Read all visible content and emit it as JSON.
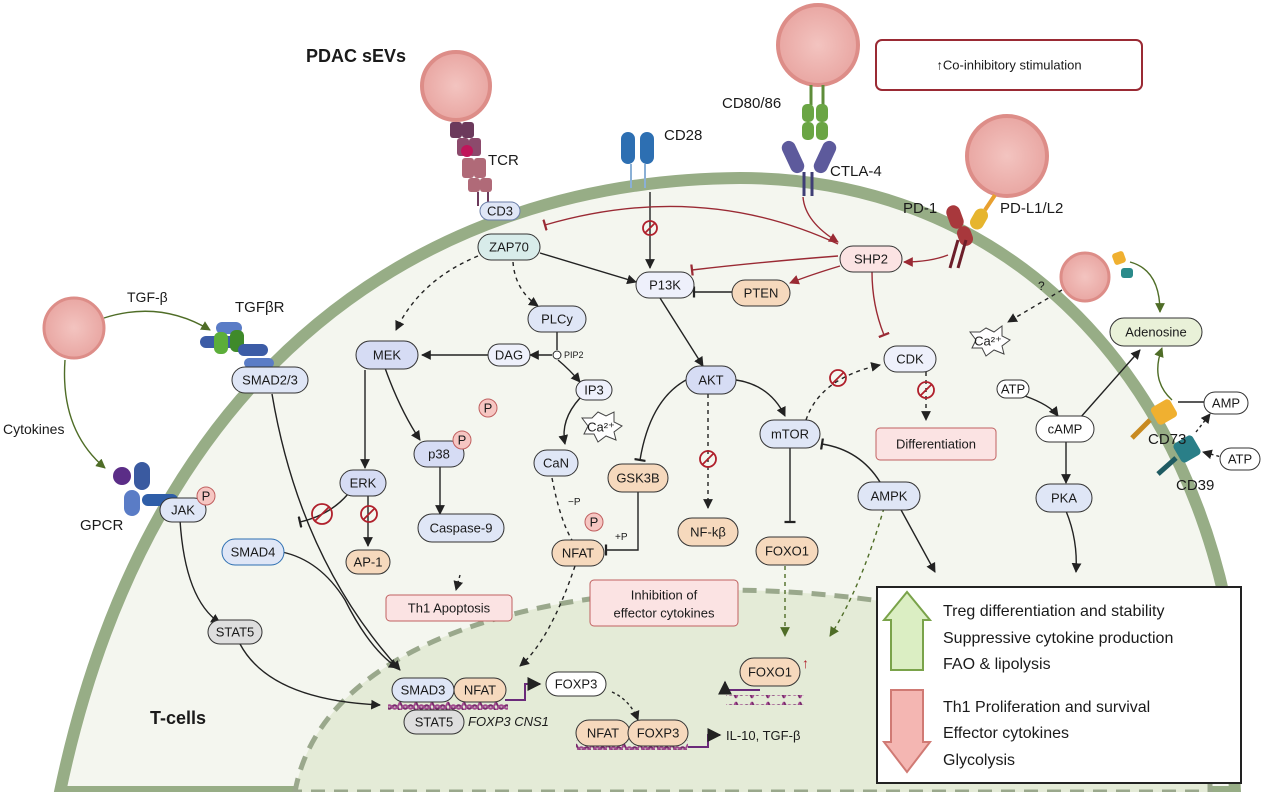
{
  "title": "PDAC sEVs",
  "cell_label": "T-cells",
  "banner": "↑Co-inhibitory stimulation",
  "receptors": {
    "tcr": "TCR",
    "cd3": "CD3",
    "cd28": "CD28",
    "cd80": "CD80/86",
    "ctla4": "CTLA-4",
    "pd1": "PD-1",
    "pdl1": "PD-L1/L2",
    "tgfb": "TGF-β",
    "tgfbr": "TGFβR",
    "cytokines": "Cytokines",
    "gpcr": "GPCR",
    "cd73": "CD73",
    "cd39": "CD39",
    "question": "?"
  },
  "nodes": {
    "zap70": "ZAP70",
    "p13k": "P13K",
    "pten": "PTEN",
    "shp2": "SHP2",
    "plcy": "PLCy",
    "pip2": "PIP2",
    "dag": "DAG",
    "ip3": "IP3",
    "mek": "MEK",
    "smad23": "SMAD2/3",
    "smad4": "SMAD4",
    "jak": "JAK",
    "stat5": "STAT5",
    "erk": "ERK",
    "p38": "p38",
    "caspase9": "Caspase-9",
    "ap1": "AP-1",
    "th1_apoptosis": "Th1 Apoptosis",
    "can": "CaN",
    "gsk3b": "GSK3B",
    "nfat": "NFAT",
    "akt": "AKT",
    "nfkb": "NF-kβ",
    "mtor": "mTOR",
    "cdk": "CDK",
    "differentiation": "Differentiation",
    "foxo1": "FOXO1",
    "ampk": "AMPK",
    "camp": "cAMP",
    "pka": "PKA",
    "atp": "ATP",
    "amp": "AMP",
    "adenosine": "Adenosine",
    "inhibition_effector": [
      "Inhibition of",
      "effector cytokines"
    ],
    "ca": "Ca²⁺",
    "p": "P",
    "minus_p": "−P",
    "plus_p": "+P"
  },
  "nucleus": {
    "smad3": "SMAD3",
    "nfat": "NFAT",
    "stat5": "STAT5",
    "foxp3_cns1": "FOXP3 CNS1",
    "foxp3": "FOXP3",
    "nfat2": "NFAT",
    "foxp3_2": "FOXP3",
    "il10": "IL-10, TGF-β",
    "foxo1": "FOXO1",
    "up": "↑"
  },
  "legend": {
    "up_items": [
      "Treg differentiation and stability",
      "Suppressive cytokine production",
      "FAO & lipolysis"
    ],
    "down_items": [
      "Th1 Proliferation and survival",
      "Effector cytokines",
      "Glycolysis"
    ]
  },
  "colors": {
    "membrane": "#97ad86",
    "cytoplasm": "#f4f6ef",
    "nucleus": "#e4ebd7",
    "vesicle": "#f0b8b4",
    "inhibit": "#9a2a34",
    "activate_green": "#5c7a2e",
    "node_blue": "#dfe6f6",
    "node_orange": "#f6d9bd",
    "node_pink": "#fbe3e3"
  }
}
